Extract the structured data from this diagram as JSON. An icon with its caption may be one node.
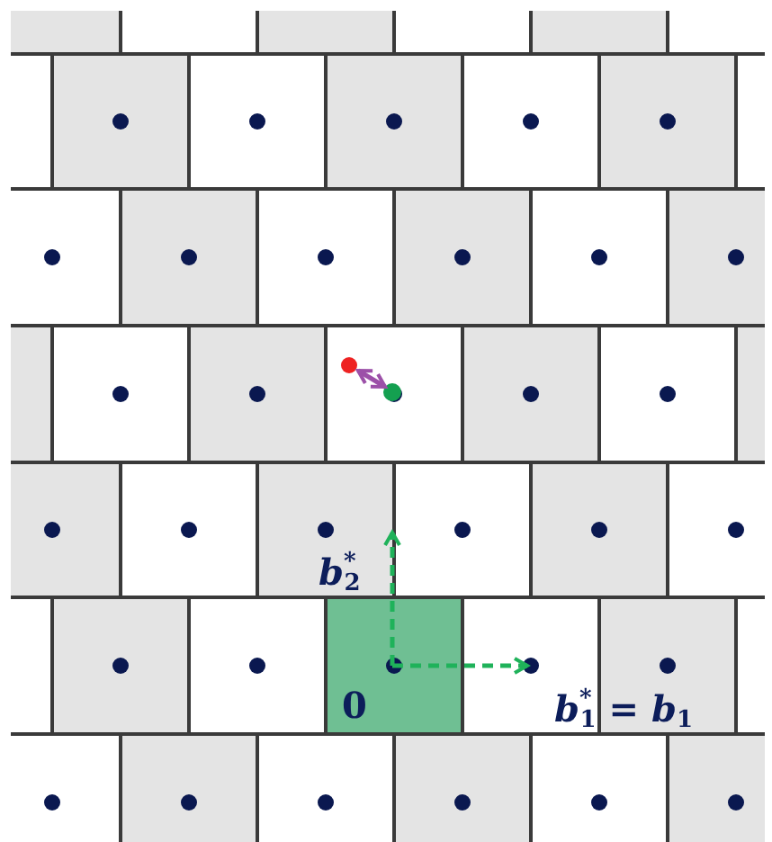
{
  "diagram": {
    "labels": [
      "*b*$^{*}$$_{2}$",
      "0",
      "*b*$^{*}$$_{1}$ = *b*$_{1}$"
    ]
  }
}
